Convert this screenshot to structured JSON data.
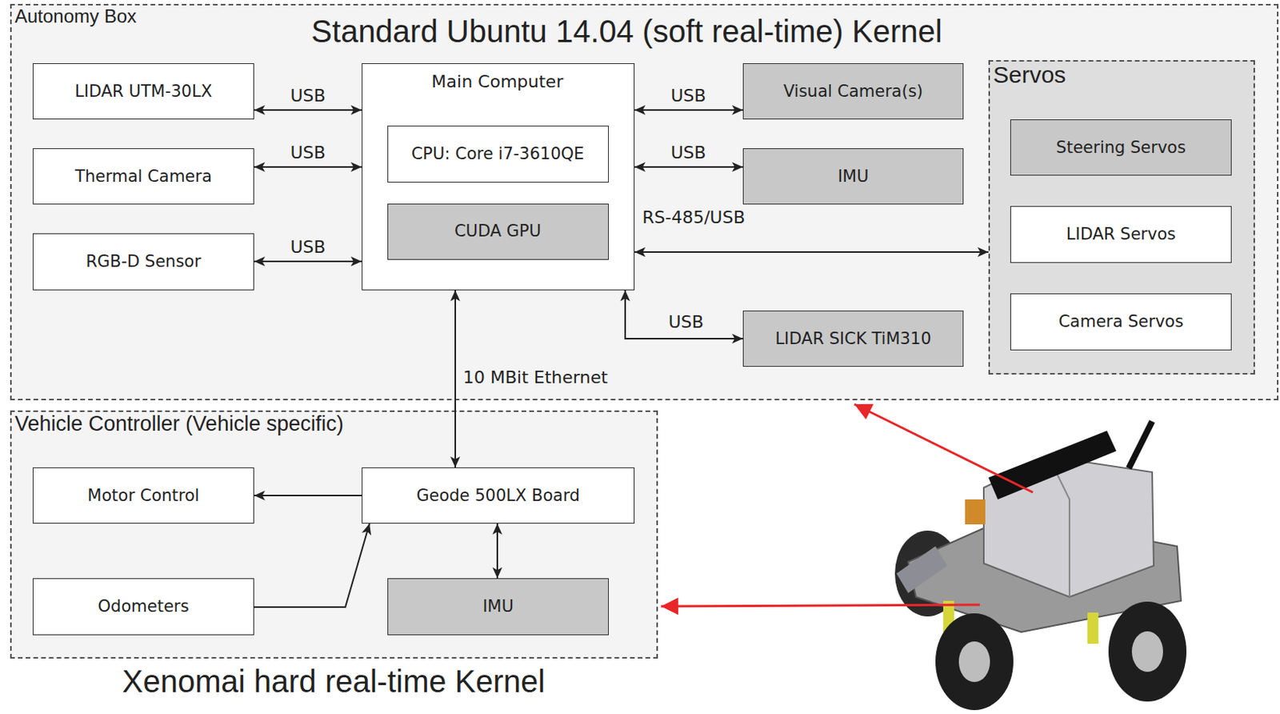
{
  "diagram": {
    "nodes": [
      {
        "text": [
          "Autonomy Box",
          "Standard Ubuntu 14.04 (soft real-time) Kernel"
        ]
      },
      {
        "text": [
          "LIDAR UTM-30LX"
        ],
        "in": 0
      },
      {
        "text": [
          "Thermal Camera"
        ],
        "in": 0
      },
      {
        "text": [
          "RGB-D Sensor"
        ],
        "in": 0
      },
      {
        "text": [
          "Main Computer"
        ],
        "in": 0
      },
      {
        "text": [
          "CPU: Core i7-3610QE"
        ],
        "in": 4
      },
      {
        "text": [
          "CUDA GPU"
        ],
        "in": 4
      },
      {
        "text": [
          "Visual Camera(s)"
        ],
        "in": 0
      },
      {
        "text": [
          "IMU"
        ],
        "in": 0
      },
      {
        "text": [
          "Servos"
        ],
        "in": 0
      },
      {
        "text": [
          "Steering Servos"
        ],
        "in": 9
      },
      {
        "text": [
          "LIDAR Servos"
        ],
        "in": 9
      },
      {
        "text": [
          "Camera Servos"
        ],
        "in": 9
      },
      {
        "text": [
          "LIDAR SICK TiM310"
        ],
        "in": 0
      },
      {
        "text": [
          "Vehicle Controller (Vehicle specific)",
          "Xenomai hard real-time Kernel"
        ]
      },
      {
        "text": [
          "Motor Control"
        ],
        "in": 14
      },
      {
        "text": [
          "Geode 500LX Board"
        ],
        "in": 14
      },
      {
        "text": [
          "Odometers"
        ],
        "in": 14
      },
      {
        "text": [
          "IMU"
        ],
        "in": 14
      }
    ],
    "edges": [
      {
        "from": 1,
        "to": 4,
        "label": "USB",
        "arrow": "both"
      },
      {
        "from": 2,
        "to": 4,
        "label": "USB",
        "arrow": "both"
      },
      {
        "from": 3,
        "to": 4,
        "label": "USB",
        "arrow": "both"
      },
      {
        "from": 4,
        "to": 7,
        "label": "USB",
        "arrow": "both"
      },
      {
        "from": 4,
        "to": 8,
        "label": "USB",
        "arrow": "both"
      },
      {
        "from": 4,
        "to": 9,
        "label": "RS-485/USB",
        "arrow": "both"
      },
      {
        "from": 4,
        "to": 13,
        "label": "USB",
        "arrow": "both"
      },
      {
        "from": 4,
        "to": 16,
        "label": "10 MBit Ethernet",
        "arrow": "both"
      },
      {
        "from": 16,
        "to": 15,
        "arrow": "to"
      },
      {
        "from": 17,
        "to": 16,
        "arrow": "to"
      },
      {
        "from": 16,
        "to": 18,
        "arrow": "both"
      }
    ]
  }
}
